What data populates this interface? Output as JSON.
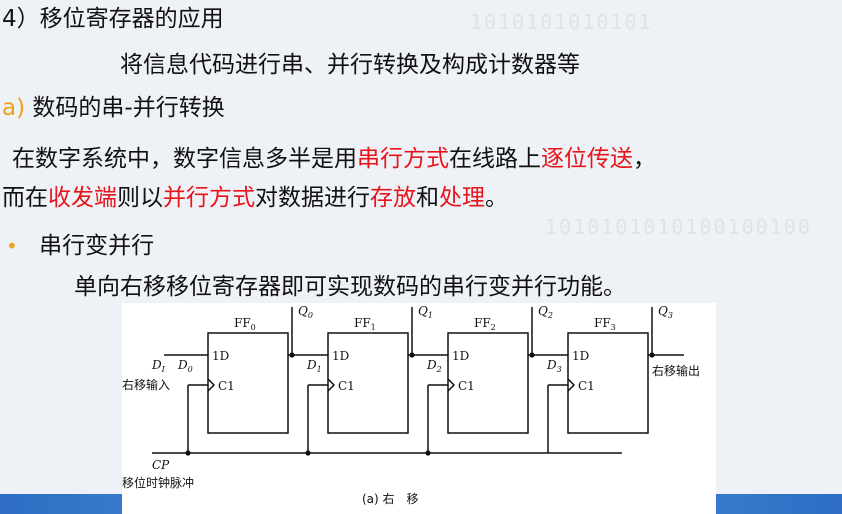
{
  "heading": "4）移位寄存器的应用",
  "subtitle": "将信息代码进行串、并行转换及构成计数器等",
  "section_a": {
    "marker": "a)",
    "title": "数码的串-并行转换"
  },
  "paragraph": {
    "l1_pre": "在数字系统中，数字信息多半是用",
    "l1_red1": "串行方式",
    "l1_mid": "在线路上",
    "l1_red2": "逐位传送",
    "l1_end": "，",
    "l2_pre": "而在",
    "l2_red1": "收发端",
    "l2_mid1": "则以",
    "l2_red2": "并行方式",
    "l2_mid2": "对数据进行",
    "l2_red3": "存放",
    "l2_mid3": "和",
    "l2_red4": "处理",
    "l2_end": "。"
  },
  "bullet": {
    "symbol": "•",
    "title": "串行变并行",
    "desc": "单向右移移位寄存器即可实现数码的串行变并行功能。"
  },
  "diagram": {
    "flipflops": [
      {
        "name": "FF",
        "sub": "0",
        "q": "Q",
        "qsub": "0",
        "d": "D",
        "dsub": "0"
      },
      {
        "name": "FF",
        "sub": "1",
        "q": "Q",
        "qsub": "1",
        "d": "D",
        "dsub": "1"
      },
      {
        "name": "FF",
        "sub": "2",
        "q": "Q",
        "qsub": "2",
        "d": "D",
        "dsub": "2"
      },
      {
        "name": "FF",
        "sub": "3",
        "q": "Q",
        "qsub": "3",
        "d": "D",
        "dsub": "3"
      }
    ],
    "pin_d": "1D",
    "pin_c": "C1",
    "input_label": "D",
    "input_sub": "I",
    "input_desc": "右移输入",
    "output_desc": "右移输出",
    "clock_label": "CP",
    "clock_desc": "移位时钟脉冲",
    "caption": "(a) 右　移"
  },
  "colors": {
    "highlight": "#e8141b",
    "accent": "#f0a020",
    "bar": "#2d6ec4"
  }
}
